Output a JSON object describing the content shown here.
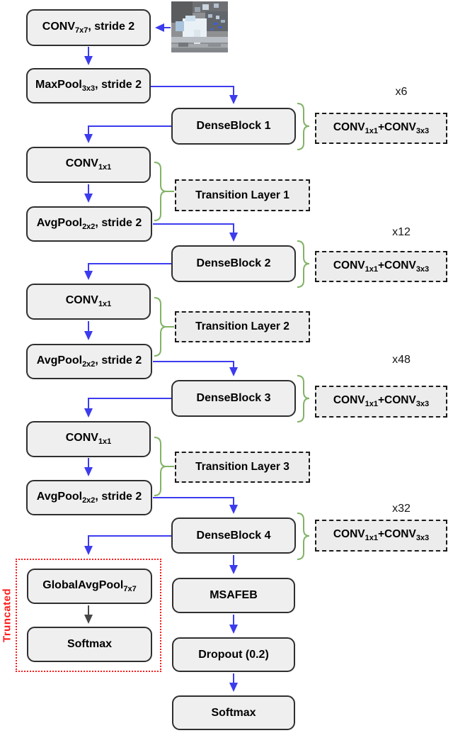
{
  "nodes": {
    "conv7": {
      "t1": "CONV",
      "s1": "7x7",
      "t2": ", stride 2"
    },
    "maxpool": {
      "t1": "MaxPool",
      "s1": "3x3",
      "t2": ", stride 2"
    },
    "conv1a": {
      "t1": "CONV",
      "s1": "1x1"
    },
    "avgpool_a": {
      "t1": "AvgPool",
      "s1": "2x2",
      "t2": ", stride 2"
    },
    "conv1b": {
      "t1": "CONV",
      "s1": "1x1"
    },
    "avgpool_b": {
      "t1": "AvgPool",
      "s1": "2x2",
      "t2": ", stride 2"
    },
    "conv1c": {
      "t1": "CONV",
      "s1": "1x1"
    },
    "avgpool_c": {
      "t1": "AvgPool",
      "s1": "2x2",
      "t2": ", stride 2"
    },
    "globalavgpool": {
      "t1": "GlobalAvgPool",
      "s1": "7x7"
    },
    "softmax_truncated": {
      "t1": "Softmax"
    },
    "msafeb": {
      "t1": "MSAFEB"
    },
    "dropout": {
      "t1": "Dropout (0.2)"
    },
    "softmax_output": {
      "t1": "Softmax"
    }
  },
  "blocks": [
    {
      "label": "DenseBlock 1",
      "multiplier": "x6",
      "inner": {
        "t1": "CONV",
        "s1": "1x1",
        "t2": "+CONV",
        "s2": "3x3"
      }
    },
    {
      "label": "DenseBlock 2",
      "multiplier": "x12",
      "inner": {
        "t1": "CONV",
        "s1": "1x1",
        "t2": "+CONV",
        "s2": "3x3"
      }
    },
    {
      "label": "DenseBlock 3",
      "multiplier": "x48",
      "inner": {
        "t1": "CONV",
        "s1": "1x1",
        "t2": "+CONV",
        "s2": "3x3"
      }
    },
    {
      "label": "DenseBlock 4",
      "multiplier": "x32",
      "inner": {
        "t1": "CONV",
        "s1": "1x1",
        "t2": "+CONV",
        "s2": "3x3"
      }
    }
  ],
  "transitions": [
    {
      "label": "Transition Layer 1"
    },
    {
      "label": "Transition Layer 2"
    },
    {
      "label": "Transition Layer 3"
    }
  ],
  "truncated_label": "Truncated",
  "colors": {
    "arrow_blue": "#3c3cee",
    "arrow_gray": "#474747",
    "brace_green": "#82b366",
    "node_fill": "#efefef",
    "node_border": "#2f2f2f",
    "dashed_border": "#1a1a1a",
    "truncated_red": "#ff1a1a"
  }
}
